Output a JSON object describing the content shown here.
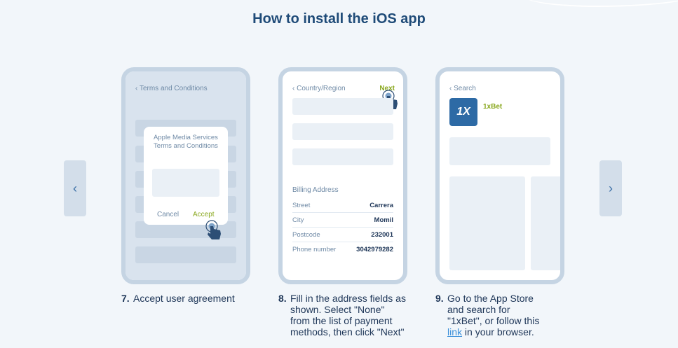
{
  "page": {
    "title": "How to install the iOS app"
  },
  "nav": {
    "prev_glyph": "‹",
    "next_glyph": "›"
  },
  "step7": {
    "back_label": "Terms and Conditions",
    "modal_line1": "Apple Media Services",
    "modal_line2": "Terms and Conditions",
    "cancel_label": "Cancel",
    "accept_label": "Accept",
    "caption_num": "7.",
    "caption_text": "Accept user agreement"
  },
  "step8": {
    "back_label": "Country/Region",
    "next_label": "Next",
    "billing_title": "Billing Address",
    "rows": [
      {
        "label": "Street",
        "value": "Carrera"
      },
      {
        "label": "City",
        "value": "Momil"
      },
      {
        "label": "Postcode",
        "value": "232001"
      },
      {
        "label": "Phone number",
        "value": "3042979282"
      }
    ],
    "caption_num": "8.",
    "caption_text": "Fill in the address fields as shown. Select \"None\" from the list of payment methods, then click \"Next\""
  },
  "step9": {
    "back_label": "Search",
    "app_icon_text": "1X",
    "app_name": "1xBet",
    "caption_num": "9.",
    "caption_before": "Go to the App Store and search for \"1xBet\", or follow this ",
    "caption_link": "link",
    "caption_after": " in your browser."
  },
  "colors": {
    "accent_green": "#8aa81f",
    "brand_blue": "#2d6aa5",
    "title_blue": "#1f4b78"
  }
}
